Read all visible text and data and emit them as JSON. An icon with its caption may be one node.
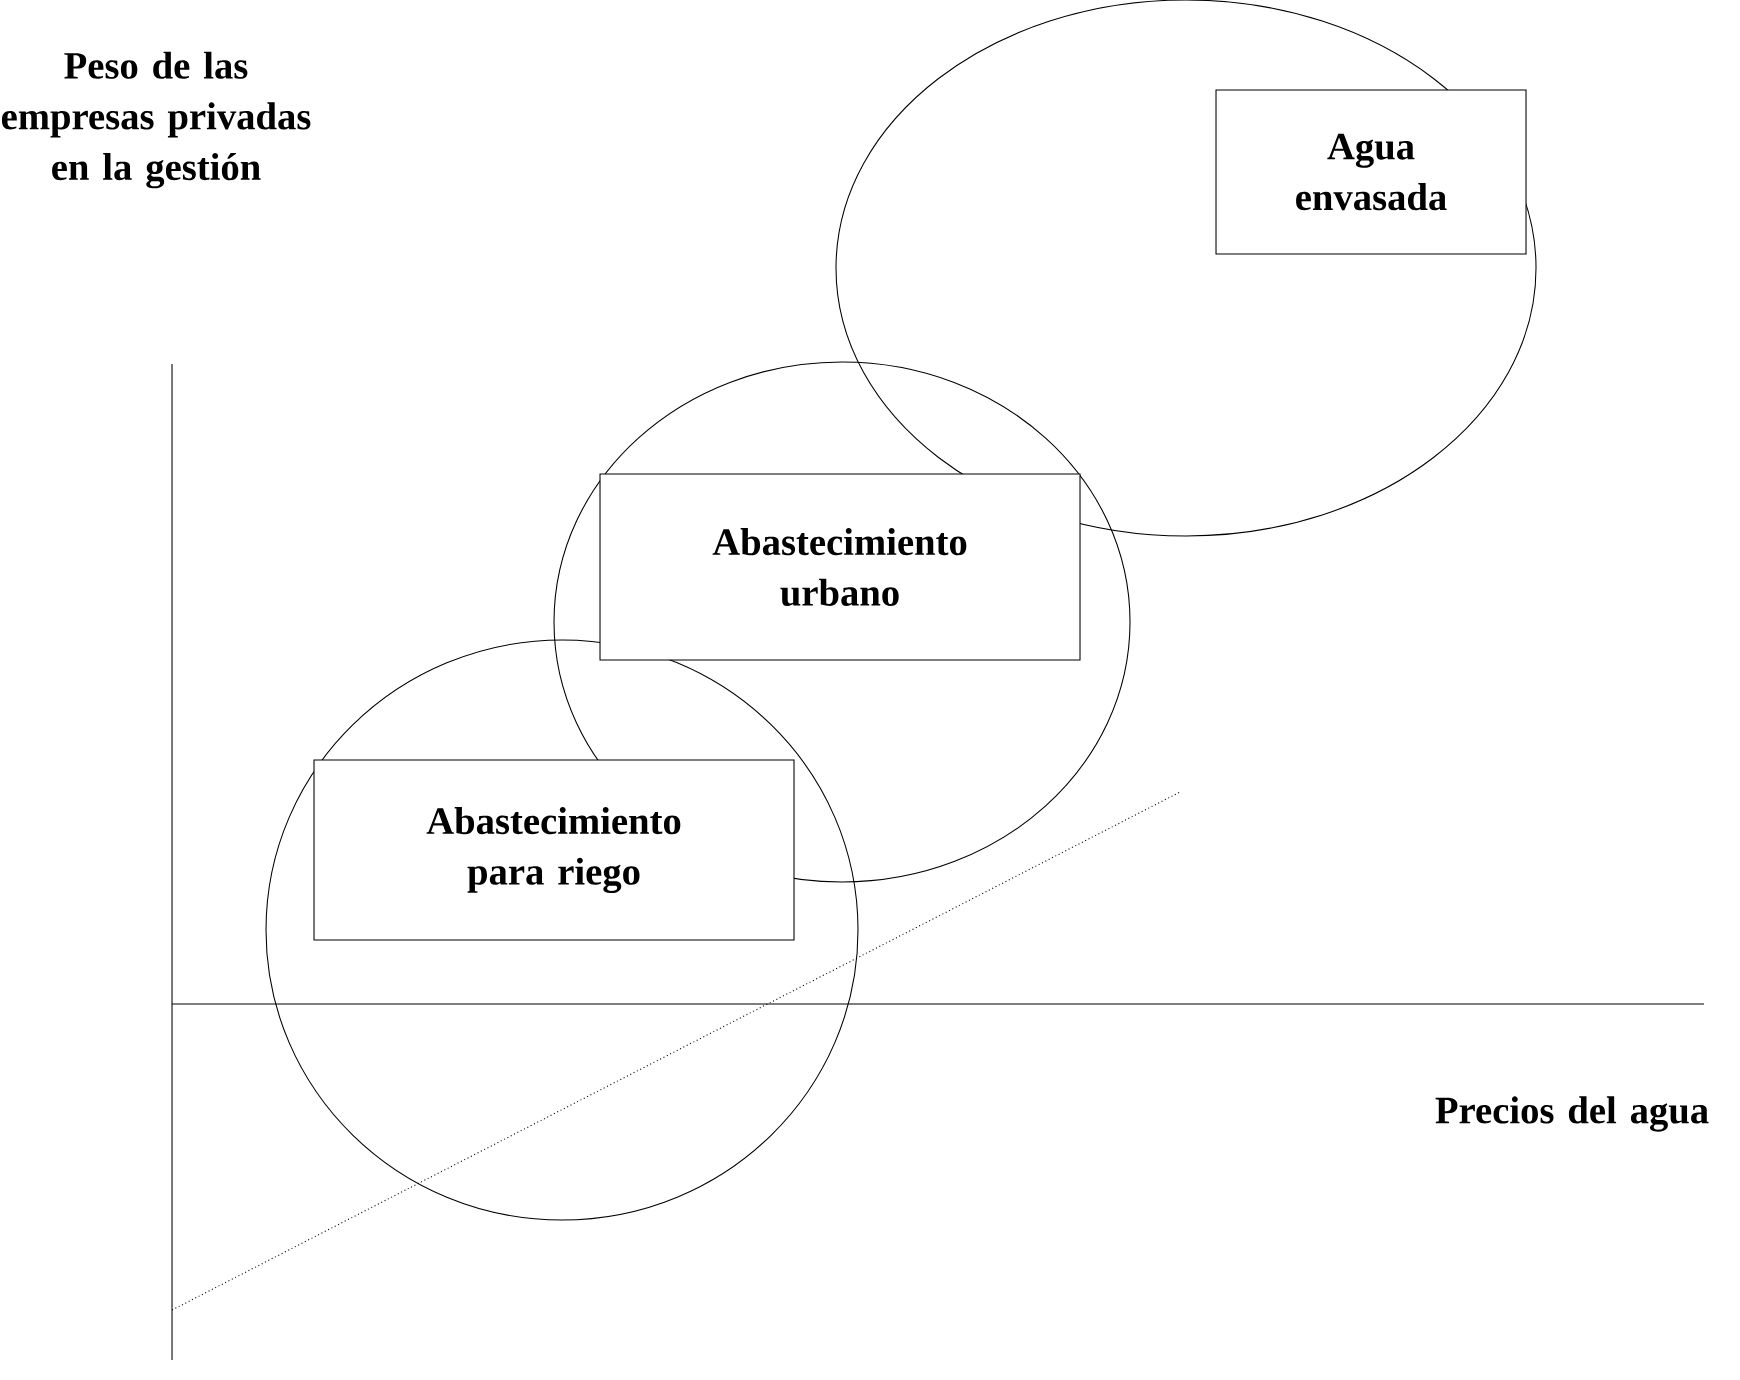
{
  "diagram": {
    "nodes": [
      {
        "text": [],
        "shape": "ellipse"
      },
      {
        "text": [
          "Agua envasada"
        ],
        "in": 0
      },
      {
        "text": [],
        "shape": "ellipse"
      },
      {
        "text": [
          "Abastecimiento urbano"
        ],
        "in": 2
      },
      {
        "text": [],
        "shape": "ellipse"
      },
      {
        "text": [
          "Abastecimiento para riego"
        ],
        "in": 4
      }
    ],
    "labels": [
      "Peso de las empresas privadas en la gestión",
      "Precios del agua"
    ]
  }
}
